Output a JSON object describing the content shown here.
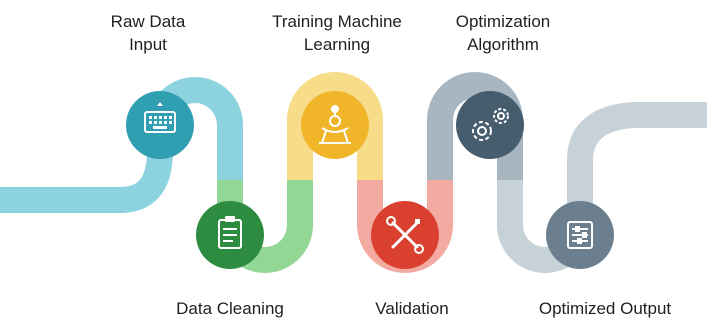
{
  "steps": [
    {
      "id": "raw",
      "line1": "Raw Data",
      "line2": "Input",
      "icon": "keyboard-icon",
      "color": "#8dd3df",
      "circle": "#2f9fb1"
    },
    {
      "id": "cleaning",
      "line1": "Data Cleaning",
      "line2": "",
      "icon": "clipboard-icon",
      "color": "#92d796",
      "circle": "#2e8c41"
    },
    {
      "id": "training",
      "line1": "Training Machine",
      "line2": "Learning",
      "icon": "machine-learning-icon",
      "color": "#f7dc8a",
      "circle": "#f1b52a"
    },
    {
      "id": "validation",
      "line1": "Validation",
      "line2": "",
      "icon": "wrench-screwdriver-icon",
      "color": "#f3aaa1",
      "circle": "#d9402f"
    },
    {
      "id": "optimization",
      "line1": "Optimization",
      "line2": "Algorithm",
      "icon": "gears-icon",
      "color": "#a8b6c1",
      "circle": "#465d6e"
    },
    {
      "id": "output",
      "line1": "Optimized Output",
      "line2": "",
      "icon": "sliders-document-icon",
      "color": "#c7d1d8",
      "circle": "#6b7f8e"
    }
  ]
}
